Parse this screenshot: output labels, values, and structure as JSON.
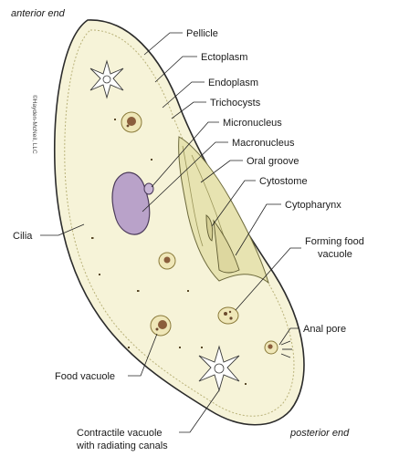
{
  "diagram": {
    "orientation": {
      "anterior": "anterior end",
      "posterior": "posterior end"
    },
    "copyright": "©Hayden-McNeil, LLC",
    "labels": {
      "pellicle": "Pellicle",
      "ectoplasm": "Ectoplasm",
      "endoplasm": "Endoplasm",
      "trichocysts": "Trichocysts",
      "micronucleus": "Micronucleus",
      "macronucleus": "Macronucleus",
      "oral_groove": "Oral groove",
      "cytostome": "Cytostome",
      "cytopharynx": "Cytopharynx",
      "forming_food_vacuole_line1": "Forming food",
      "forming_food_vacuole_line2": "vacuole",
      "anal_pore": "Anal pore",
      "cilia": "Cilia",
      "food_vacuole": "Food vacuole",
      "contractile_vacuole_line1": "Contractile vacuole",
      "contractile_vacuole_line2": "with radiating canals"
    },
    "colors": {
      "cytoplasm": "#f6f3d8",
      "ectoplasm_band": "#ece9c2",
      "oral_groove": "#e7e3b1",
      "macronucleus": "#b9a2c9",
      "vacuole_rim": "#8a7a3a",
      "food_particle": "#6b4a2e",
      "outline": "#2b2b2b"
    }
  }
}
